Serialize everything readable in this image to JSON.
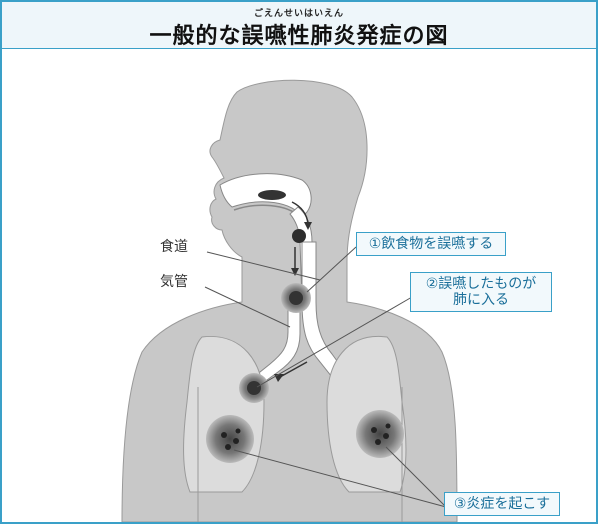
{
  "title": {
    "ruby": "ごえんせいはいえん",
    "text": "一般的な誤嚥性肺炎発症の図"
  },
  "labels": {
    "esophagus": "食道",
    "trachea": "気管"
  },
  "callouts": {
    "step1": "①飲食物を誤嚥する",
    "step2_line1": "②誤嚥したものが",
    "step2_line2": "肺に入る",
    "step3": "③炎症を起こす"
  },
  "colors": {
    "frame": "#3aa0c8",
    "callout_text": "#1a6f9a",
    "body": "#c8c8c8",
    "lungs": "#dcdcdc"
  }
}
